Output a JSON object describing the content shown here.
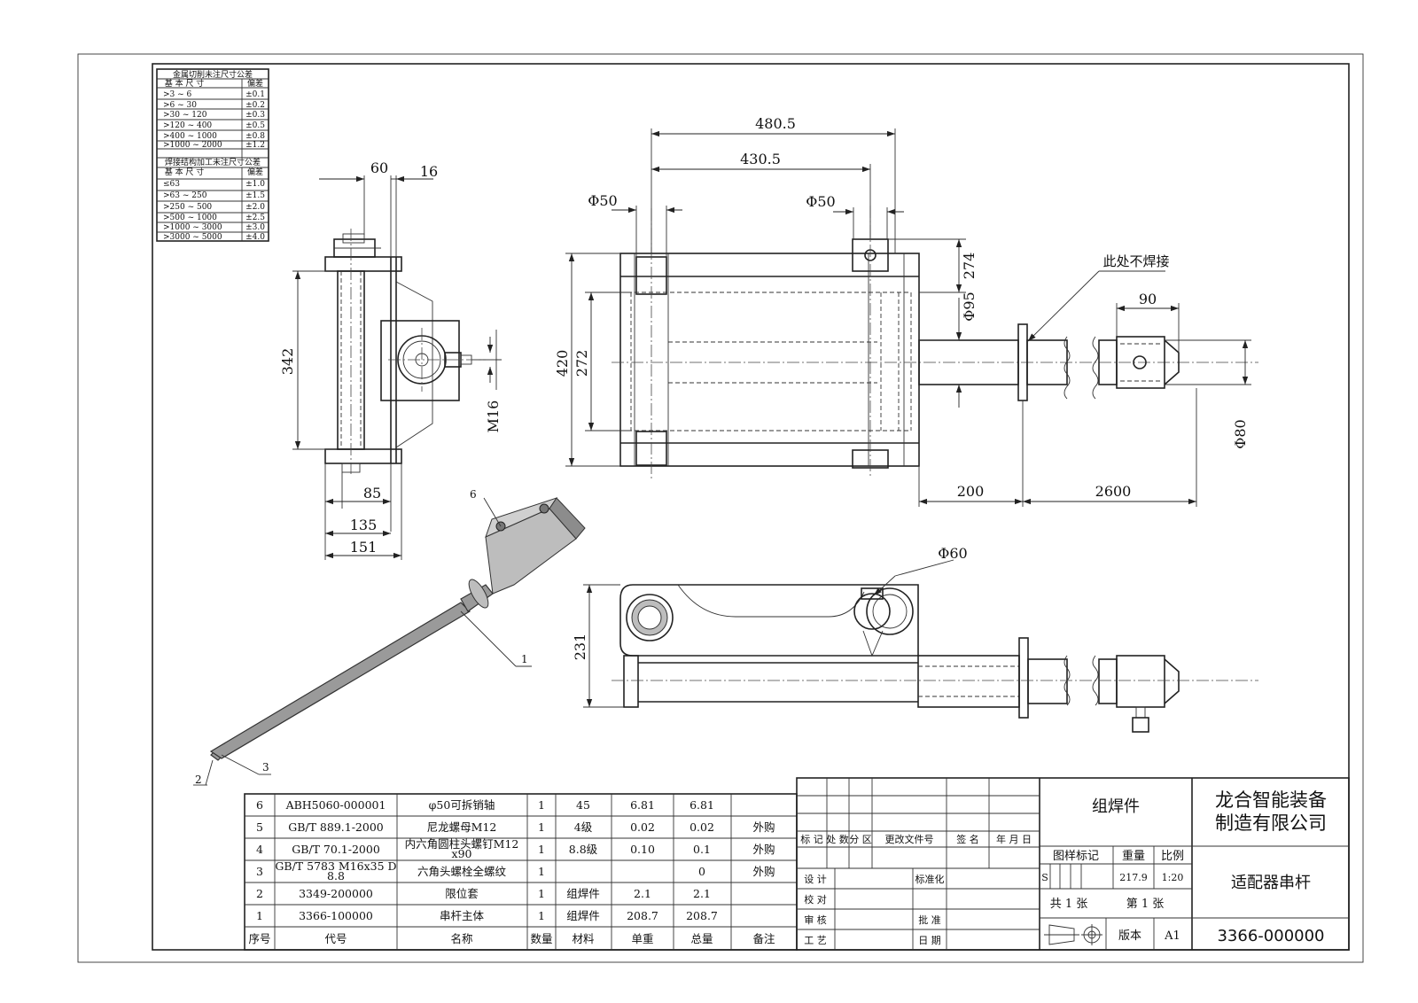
{
  "tolerance_tables": {
    "machining": {
      "title": "金属切削未注尺寸公差",
      "headers": [
        "基 本 尺 寸",
        "偏差"
      ],
      "rows": [
        [
          ">3 ~ 6",
          "±0.1"
        ],
        [
          ">6 ~ 30",
          "±0.2"
        ],
        [
          ">30 ~ 120",
          "±0.3"
        ],
        [
          ">120 ~ 400",
          "±0.5"
        ],
        [
          ">400 ~ 1000",
          "±0.8"
        ],
        [
          ">1000 ~ 2000",
          "±1.2"
        ]
      ]
    },
    "welding": {
      "title": "焊接结构加工未注尺寸公差",
      "headers": [
        "基 本 尺 寸",
        "偏差"
      ],
      "rows": [
        [
          "≤63",
          "±1.0"
        ],
        [
          ">63 ~ 250",
          "±1.5"
        ],
        [
          ">250 ~ 500",
          "±2.0"
        ],
        [
          ">500 ~ 1000",
          "±2.5"
        ],
        [
          ">1000 ~ 3000",
          "±3.0"
        ],
        [
          ">3000 ~ 5000",
          "±4.0"
        ]
      ]
    }
  },
  "side_view": {
    "dims": {
      "d60": "60",
      "d16": "16",
      "d342": "342",
      "d85": "85",
      "d135": "135",
      "d151": "151",
      "m16": "M16"
    }
  },
  "top_view": {
    "dims": {
      "d480": "480.5",
      "d430": "430.5",
      "phi50a": "Φ50",
      "phi50b": "Φ50",
      "d274": "274",
      "d420": "420",
      "d272": "272",
      "phi95": "Φ95",
      "d200": "200",
      "d2600": "2600",
      "d90": "90",
      "phi80": "Φ80"
    },
    "note": "此处不焊接"
  },
  "front_view": {
    "dims": {
      "phi60": "Φ60",
      "d231": "231"
    }
  },
  "balloons": [
    "6",
    "1",
    "2",
    "3"
  ],
  "bom": {
    "headers": [
      "序号",
      "代号",
      "名称",
      "数量",
      "材料",
      "单重",
      "总量",
      "备注"
    ],
    "rows": [
      [
        "6",
        "ABH5060-000001",
        "φ50可拆销轴",
        "1",
        "45",
        "6.81",
        "6.81",
        ""
      ],
      [
        "5",
        "GB/T 889.1-2000",
        "尼龙螺母M12",
        "1",
        "4级",
        "0.02",
        "0.02",
        "外购"
      ],
      [
        "4",
        "GB/T 70.1-2000",
        "内六角圆柱头螺钉M12 x90",
        "1",
        "8.8级",
        "0.10",
        "0.1",
        "外购"
      ],
      [
        "3",
        "GB/T 5783 M16x35 D 8.8",
        "六角头螺栓全螺纹",
        "1",
        "",
        "",
        "0",
        "外购"
      ],
      [
        "2",
        "3349-200000",
        "限位套",
        "1",
        "组焊件",
        "2.1",
        "2.1",
        ""
      ],
      [
        "1",
        "3366-100000",
        "串杆主体",
        "1",
        "组焊件",
        "208.7",
        "208.7",
        ""
      ]
    ]
  },
  "title_block": {
    "rev_headers": [
      "标 记",
      "处 数",
      "分 区",
      "更改文件号",
      "签 名",
      "年 月 日"
    ],
    "sign_rows": [
      [
        "设 计",
        "标准化"
      ],
      [
        "校 对",
        ""
      ],
      [
        "审 核",
        "批 准"
      ],
      [
        "工 艺",
        "日 期"
      ]
    ],
    "part_type": "组焊件",
    "company_line1": "龙合智能装备",
    "company_line2": "制造有限公司",
    "mark_label": "图样标记",
    "weight_label": "重量",
    "scale_label": "比例",
    "mark_value": "S",
    "weight_value": "217.9",
    "scale_value": "1:20",
    "sheets_total": "共 1 张",
    "sheet_no": "第 1 张",
    "version_label": "版本",
    "version_value": "A1",
    "part_name": "适配器串杆",
    "drawing_no": "3366-000000"
  }
}
